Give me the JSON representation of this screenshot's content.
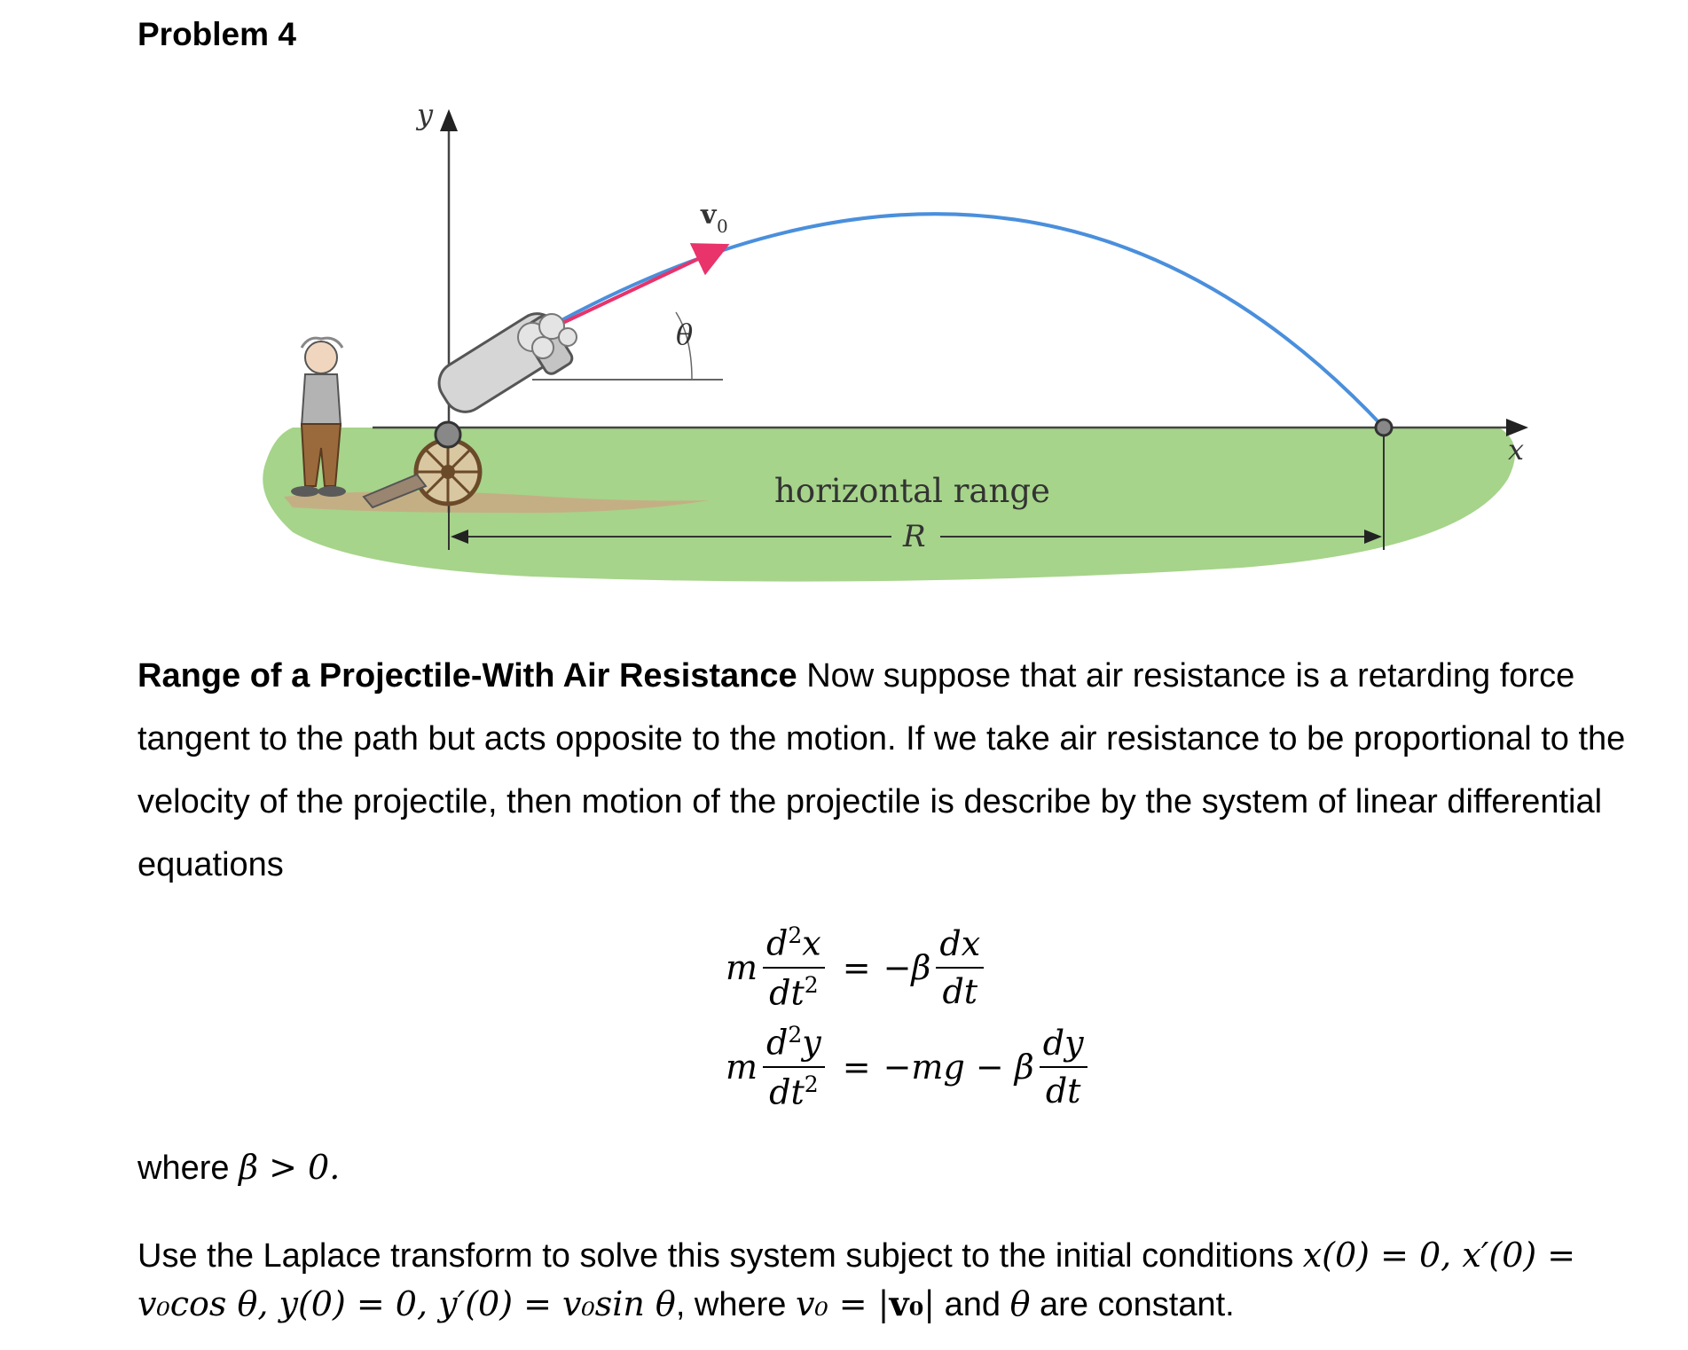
{
  "page": {
    "title": "Problem 4"
  },
  "figure": {
    "y_axis_label": "y",
    "x_axis_label": "x",
    "velocity_label": "v",
    "velocity_subscript": "0",
    "angle_label": "θ",
    "range_caption": "horizontal range",
    "range_symbol": "R",
    "colors": {
      "trajectory": "#4a8fdc",
      "velocity_arrow": "#e8336b",
      "ground": "#a6d48a",
      "dirt": "#c9a882"
    }
  },
  "intro": {
    "heading": "Range of a Projectile-With Air Resistance",
    "body": " Now suppose that air resistance is a retarding force tangent to the path but acts opposite to the motion. If we take air resistance to be proportional to the velocity of the projectile, then motion of the projectile is describe by the system of linear differential equations"
  },
  "equations": {
    "eq1": {
      "coef": "m",
      "lhs_num": "d",
      "lhs_num_var": "x",
      "lhs_den": "dt",
      "eq": "=",
      "rhs_prefix": "−β",
      "rhs_num": "dx",
      "rhs_den": "dt"
    },
    "eq2": {
      "coef": "m",
      "lhs_num": "d",
      "lhs_num_var": "y",
      "lhs_den": "dt",
      "eq": "=",
      "rhs_prefix": "−mg − β",
      "rhs_num": "dy",
      "rhs_den": "dt"
    },
    "power": "2"
  },
  "where": {
    "text": "where ",
    "condition": "β > 0."
  },
  "laplace": {
    "text1": "Use the Laplace transform to solve this system subject to the initial conditions ",
    "cond1": "x(0) = 0, x′(0) =",
    "cond2": "v₀cos θ, y(0) = 0, y′(0) = v₀sin θ",
    "text2": ", where ",
    "cond3": "v₀ = |",
    "bold_v": "v₀",
    "cond3b": "|",
    "text3": " and ",
    "theta": "θ",
    "text4": " are constant."
  }
}
